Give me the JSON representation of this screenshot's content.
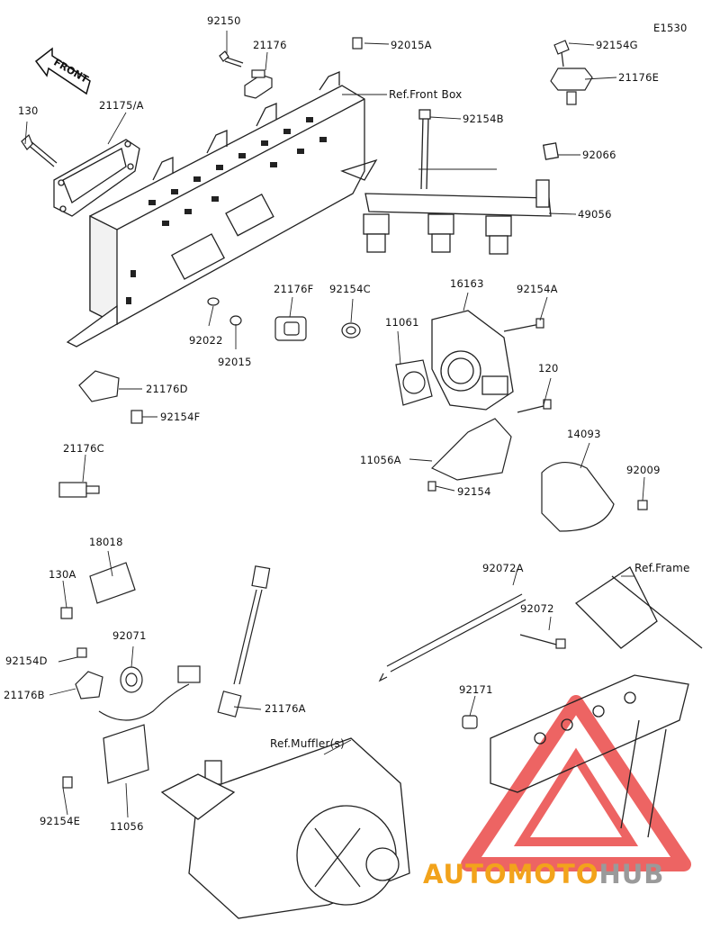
{
  "diagram_code": "E1530",
  "front_label": "FRONT",
  "watermark": {
    "part1": "AUTOMOTO",
    "part2": "HUB",
    "color1": "#f2a31b",
    "color2": "#9a9a9a",
    "logo_color": "#e8312f"
  },
  "labels": {
    "p92150": "92150",
    "p21176": "21176",
    "p92015A": "92015A",
    "p92154G": "92154G",
    "p21176E": "21176E",
    "refFrontBox": "Ref.Front Box",
    "p130": "130",
    "p21175A": "21175/A",
    "p92154B": "92154B",
    "p92066": "92066",
    "p49056": "49056",
    "p21176F": "21176F",
    "p92154C": "92154C",
    "p16163": "16163",
    "p92154A": "92154A",
    "p11061": "11061",
    "p92022": "92022",
    "p92015": "92015",
    "p21176D": "21176D",
    "p92154F": "92154F",
    "p120": "120",
    "p21176C": "21176C",
    "p14093": "14093",
    "p11056A": "11056A",
    "p92009": "92009",
    "p92154": "92154",
    "p18018": "18018",
    "p130A": "130A",
    "p92072A": "92072A",
    "refFrame": "Ref.Frame",
    "p92072": "92072",
    "p92071": "92071",
    "p92154D": "92154D",
    "p21176B": "21176B",
    "p21176A": "21176A",
    "p92171": "92171",
    "refMuffler": "Ref.Muffler(s)",
    "p92154E": "92154E",
    "p11056": "11056"
  }
}
